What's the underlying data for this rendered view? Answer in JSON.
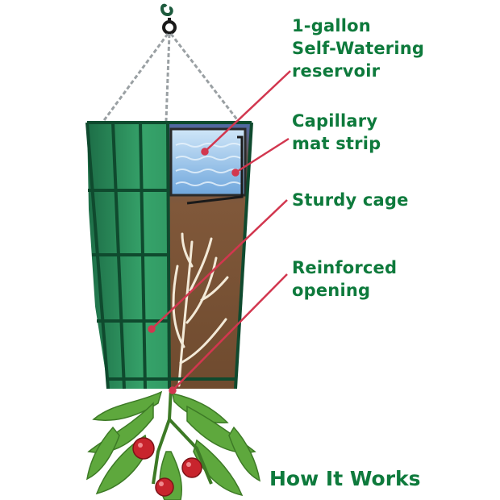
{
  "colors": {
    "label_green": "#0e7a3c",
    "pointer_red": "#d2374f",
    "cage_green": "#1f7a4d",
    "bag_green": "#2f9a62",
    "water_blue": "#7fb3e2",
    "soil_brown": "#7a5236",
    "tomato_red": "#c8242d",
    "leaf_green": "#5ea83d"
  },
  "labels": {
    "reservoir": [
      "1-gallon",
      "Self-Watering",
      "reservoir"
    ],
    "capillary": [
      "Capillary",
      "mat strip"
    ],
    "cage": [
      "Sturdy cage"
    ],
    "opening": [
      "Reinforced",
      "opening"
    ]
  },
  "title": "How It Works"
}
